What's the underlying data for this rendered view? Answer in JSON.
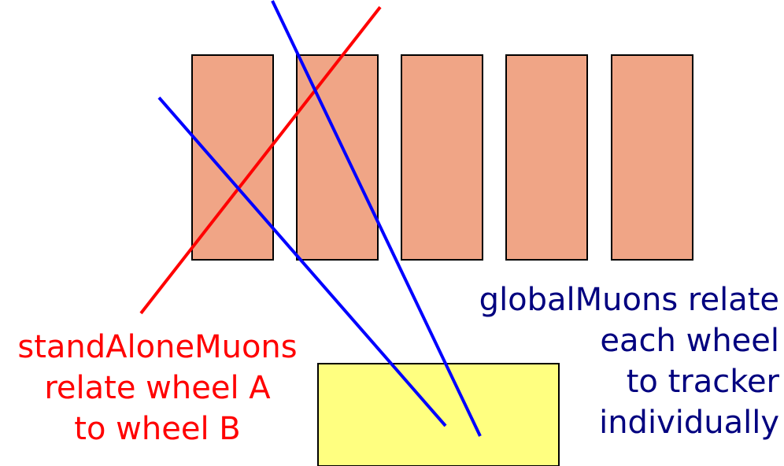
{
  "colors": {
    "wheel_fill": "#f0a586",
    "wheel_stroke": "#000000",
    "tracker_fill": "#ffff80",
    "tracker_stroke": "#000000",
    "standalone_color": "#ff0000",
    "global_color": "#00007f",
    "global_line_color": "#0000ff"
  },
  "labels": {
    "standalone": {
      "lines": [
        "standAloneMuons",
        "relate wheel A",
        "to wheel B"
      ]
    },
    "global": {
      "lines": [
        "globalMuons relate",
        "each wheel",
        "to tracker",
        "individually"
      ]
    }
  }
}
